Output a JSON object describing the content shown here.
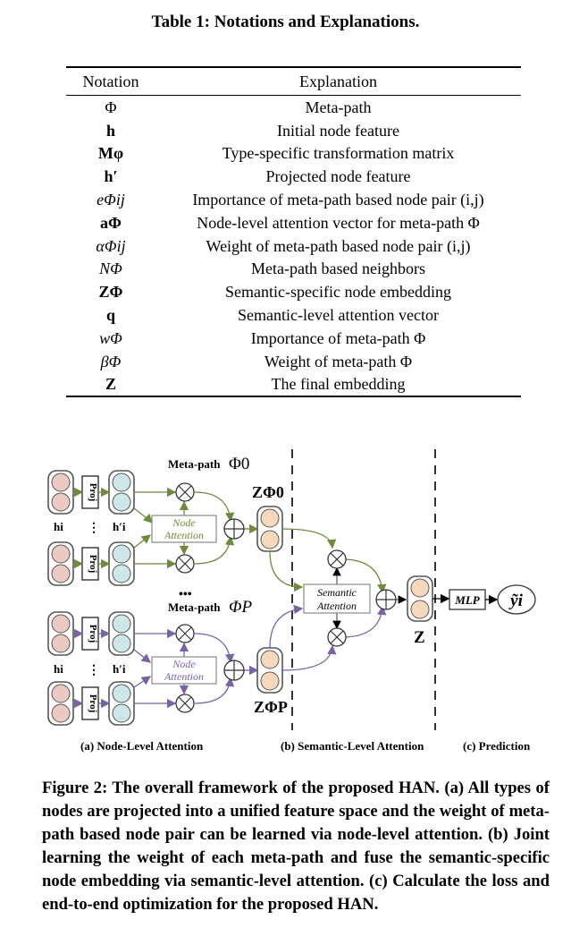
{
  "table": {
    "caption": "Table 1: Notations and Explanations.",
    "headers": [
      "Notation",
      "Explanation"
    ],
    "rows": [
      {
        "notation": "Φ",
        "explanation": "Meta-path"
      },
      {
        "notation": "h",
        "explanation": "Initial node feature"
      },
      {
        "notation": "Mφ",
        "explanation": "Type-specific transformation matrix"
      },
      {
        "notation": "h′",
        "explanation": "Projected node feature"
      },
      {
        "notation": "eΦij",
        "explanation": "Importance of meta-path based node pair (i,j)"
      },
      {
        "notation": "aΦ",
        "explanation": "Node-level attention vector for meta-path Φ"
      },
      {
        "notation": "αΦij",
        "explanation": "Weight of meta-path based node pair (i,j)"
      },
      {
        "notation": "NΦ",
        "explanation": "Meta-path based neighbors"
      },
      {
        "notation": "ZΦ",
        "explanation": "Semantic-specific node embedding"
      },
      {
        "notation": "q",
        "explanation": "Semantic-level attention vector"
      },
      {
        "notation": "wΦ",
        "explanation": "Importance of meta-path Φ"
      },
      {
        "notation": "βΦ",
        "explanation": "Weight of meta-path Φ"
      },
      {
        "notation": "Z",
        "explanation": "The final embedding"
      }
    ]
  },
  "figure": {
    "meta_path_top": "Meta-path",
    "meta_path_top_symbol": "Φ0",
    "meta_path_bottom": "Meta-path",
    "meta_path_bottom_symbol": "ΦP",
    "proj": "Proj",
    "h_label": "hi",
    "hprime_label": "h′i",
    "dots_v": "⋮",
    "dots_h": "•••",
    "node_attention_1": "Node",
    "node_attention_2": "Attention",
    "semantic_attention_1": "Semantic",
    "semantic_attention_2": "Attention",
    "z_phi0": "ZΦ0",
    "z_phip": "ZΦP",
    "z_final": "Z",
    "mlp": "MLP",
    "y_hat": "ỹi",
    "sub_a": "(a) Node-Level Attention",
    "sub_b": "(b) Semantic-Level Attention",
    "sub_c": "(c) Prediction",
    "colors": {
      "pink": "#eccac4",
      "teal": "#cde8e8",
      "orange": "#f7d8bd",
      "green_arrow": "#6f8a3a",
      "purple_arrow": "#7a62a8"
    }
  },
  "caption": "Figure 2: The overall framework of the proposed HAN. (a) All types of nodes are projected into a unified feature space and the weight of meta-path based node pair can be learned via node-level attention. (b) Joint learning the weight of each meta-path and fuse the semantic-specific node embedding via semantic-level attention. (c) Calculate the loss and end-to-end optimization for the proposed HAN."
}
